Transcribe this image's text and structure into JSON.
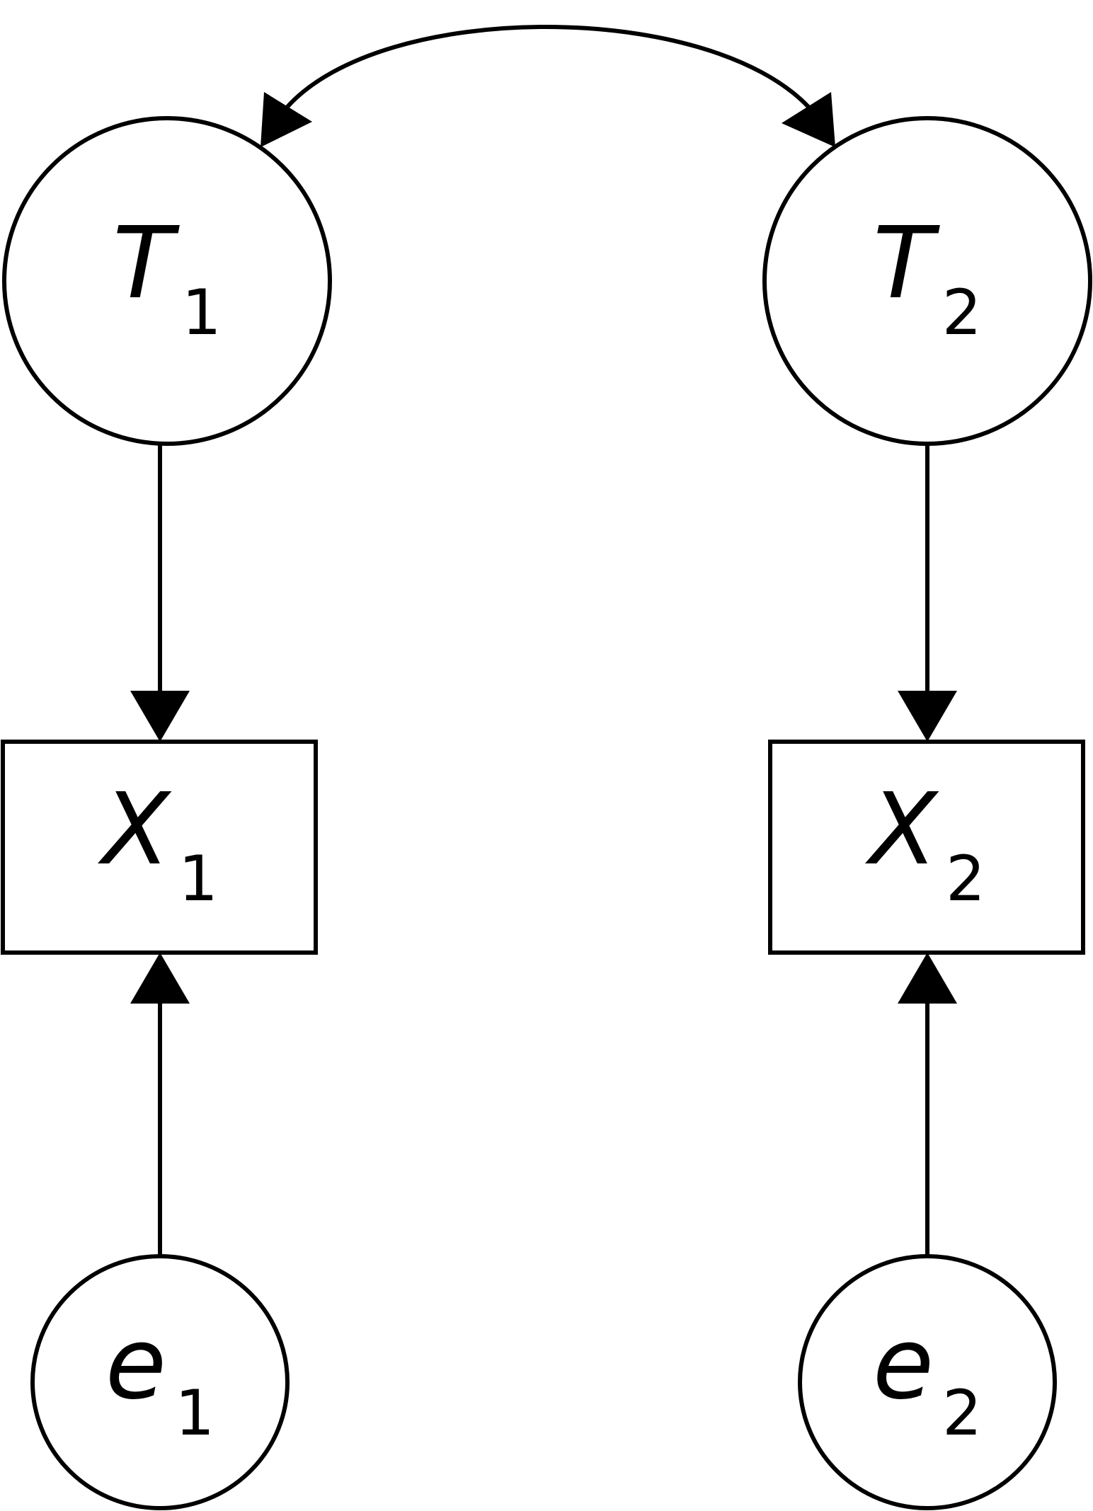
{
  "diagram": {
    "nodes": {
      "T1": {
        "shape": "circle",
        "symbol": "T",
        "subscript": "1"
      },
      "T2": {
        "shape": "circle",
        "symbol": "T",
        "subscript": "2"
      },
      "X1": {
        "shape": "rectangle",
        "symbol": "X",
        "subscript": "1"
      },
      "X2": {
        "shape": "rectangle",
        "symbol": "X",
        "subscript": "2"
      },
      "e1": {
        "shape": "circle",
        "symbol": "e",
        "subscript": "1"
      },
      "e2": {
        "shape": "circle",
        "symbol": "e",
        "subscript": "2"
      }
    },
    "edges": [
      {
        "from": "T1",
        "to": "X1",
        "type": "directed"
      },
      {
        "from": "T2",
        "to": "X2",
        "type": "directed"
      },
      {
        "from": "e1",
        "to": "X1",
        "type": "directed"
      },
      {
        "from": "e2",
        "to": "X2",
        "type": "directed"
      },
      {
        "from": "T1",
        "to": "T2",
        "type": "bidirectional-curved"
      }
    ],
    "colors": {
      "stroke": "#000000",
      "background": "#ffffff"
    }
  }
}
